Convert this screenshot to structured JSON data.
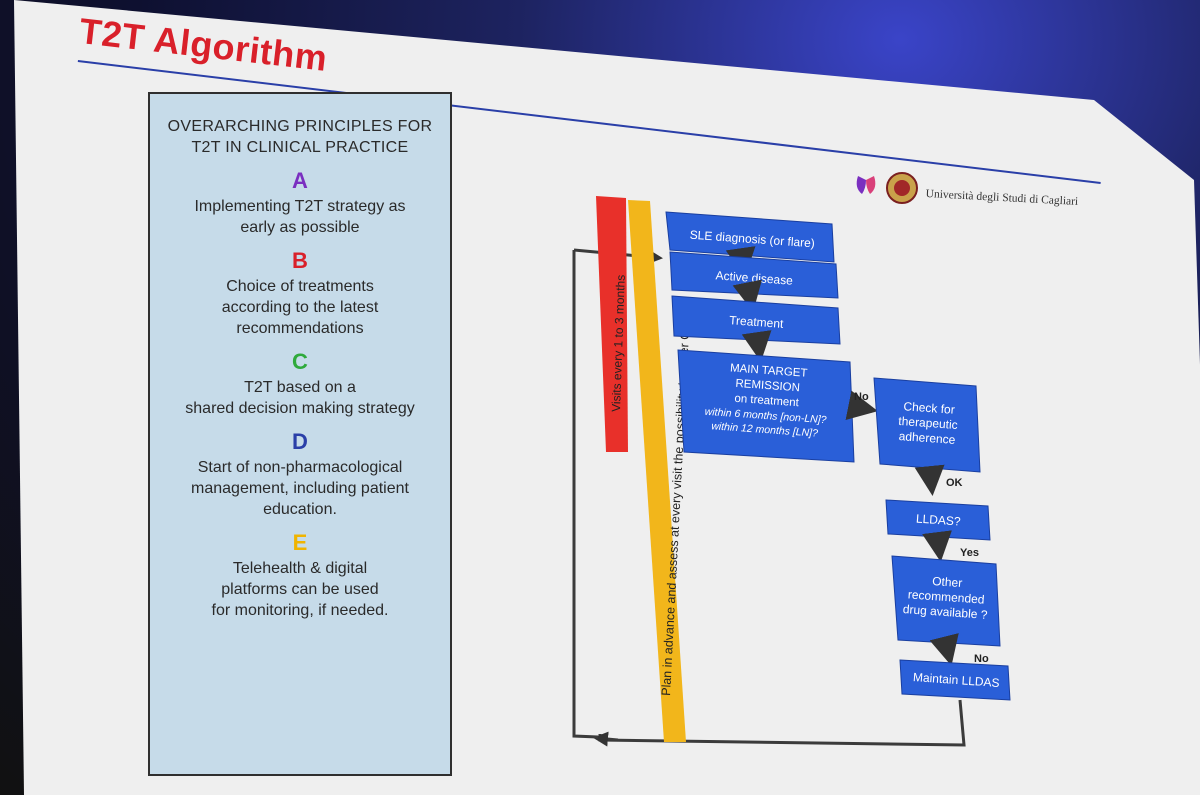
{
  "slide": {
    "title": "T2T Algorithm",
    "university": "Università degli Studi di Cagliari"
  },
  "principles": {
    "heading_line1": "OVERARCHING PRINCIPLES FOR",
    "heading_line2": "T2T IN CLINICAL PRACTICE",
    "items": [
      {
        "letter": "A",
        "color": "#7a2fc0",
        "lines": [
          "Implementing T2T strategy as",
          "early as possible"
        ]
      },
      {
        "letter": "B",
        "color": "#d9202a",
        "lines": [
          "Choice of treatments",
          "according to the latest",
          "recommendations"
        ]
      },
      {
        "letter": "C",
        "color": "#2faa3c",
        "lines": [
          "T2T based on a",
          "shared decision making strategy"
        ]
      },
      {
        "letter": "D",
        "color": "#2a3fa8",
        "lines": [
          "Start of non-pharmacological",
          "management, including patient",
          "education."
        ]
      },
      {
        "letter": "E",
        "color": "#f0b400",
        "lines": [
          "Telehealth & digital",
          "platforms can be used",
          "for monitoring, if needed."
        ]
      }
    ]
  },
  "flow": {
    "red_bar_text": "Visits every 1 to 3 months",
    "yellow_bar_text": "Plan in advance and assess at every visit the possibility to taper GCs",
    "boxes": {
      "diagnosis": "SLE diagnosis (or flare)",
      "active": "Active disease",
      "treatment": "Treatment",
      "target_line1": "MAIN TARGET",
      "target_line2": "REMISSION",
      "target_line3": "on treatment",
      "target_line4": "within 6 months [non-LN]?",
      "target_line5": "within 12 months [LN]?",
      "check_line1": "Check for",
      "check_line2": "therapeutic",
      "check_line3": "adherence",
      "lldas": "LLDAS?",
      "other_line1": "Other",
      "other_line2": "recommended",
      "other_line3": "drug available ?",
      "maintain": "Maintain LLDAS"
    },
    "labels": {
      "no1": "No",
      "ok": "OK",
      "yes": "Yes",
      "no2": "No"
    },
    "colors": {
      "box": "#2a5fd8",
      "red_bar": "#e8302a",
      "yellow_bar": "#f2b61b",
      "arrow": "#3b3b3b"
    }
  }
}
